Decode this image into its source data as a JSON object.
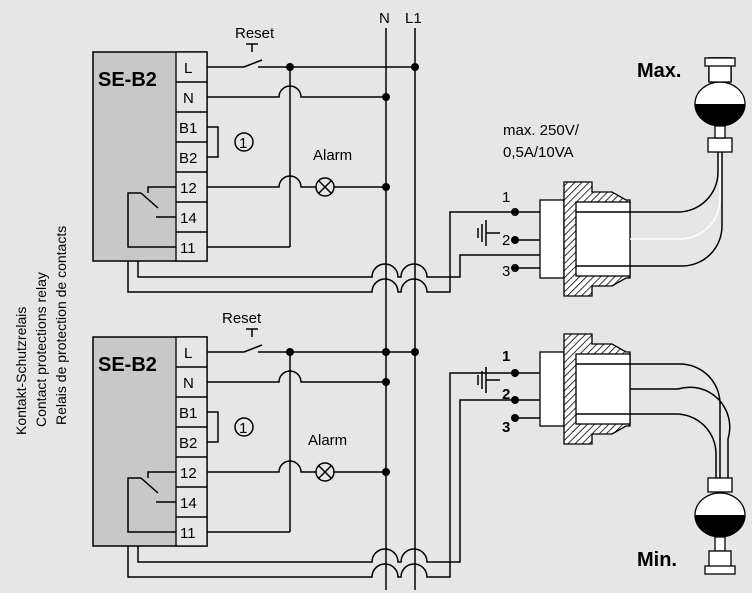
{
  "bus": {
    "neutral": "N",
    "line": "L1"
  },
  "relays": [
    {
      "title": "SE-B2",
      "terminals": [
        "L",
        "N",
        "B1",
        "B2",
        "12",
        "14",
        "11"
      ],
      "reset": "Reset",
      "alarm": "Alarm",
      "marker": "1"
    },
    {
      "title": "SE-B2",
      "terminals": [
        "L",
        "N",
        "B1",
        "B2",
        "12",
        "14",
        "11"
      ],
      "reset": "Reset",
      "alarm": "Alarm",
      "marker": "1"
    }
  ],
  "side_labels": [
    "Kontakt-Schutzrelais",
    "Contact protections relay",
    "Relais de protection de contacts"
  ],
  "rating": [
    "max. 250V/",
    "0,5A/10VA"
  ],
  "switches": [
    {
      "label": "Max.",
      "contacts": [
        "1",
        "2",
        "3"
      ]
    },
    {
      "label": "Min.",
      "contacts": [
        "1",
        "2",
        "3"
      ]
    }
  ]
}
